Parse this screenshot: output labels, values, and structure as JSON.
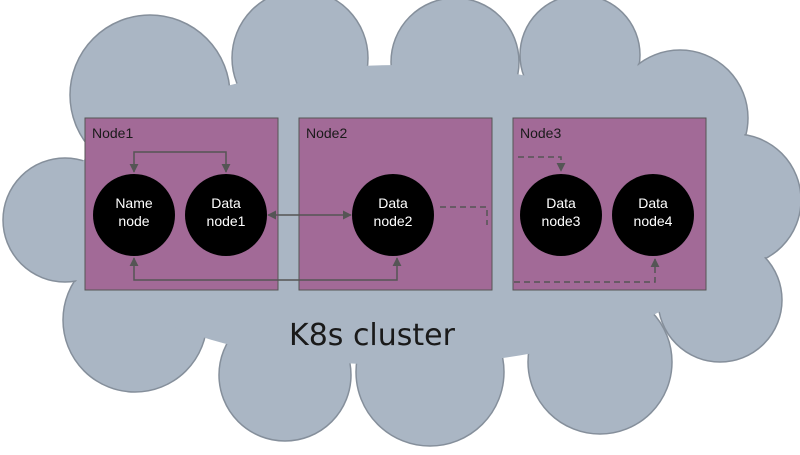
{
  "diagram": {
    "cluster_label": "K8s cluster",
    "nodes": [
      {
        "label": "Node1"
      },
      {
        "label": "Node2"
      },
      {
        "label": "Node3"
      }
    ],
    "services": [
      {
        "line1": "Name",
        "line2": "node"
      },
      {
        "line1": "Data",
        "line2": "node1"
      },
      {
        "line1": "Data",
        "line2": "node2"
      },
      {
        "line1": "Data",
        "line2": "node3"
      },
      {
        "line1": "Data",
        "line2": "node4"
      }
    ]
  },
  "colors": {
    "cloud_fill": "#aab6c4",
    "cloud_stroke": "#858f9b",
    "node_fill": "#a26a97",
    "node_stroke": "#555555",
    "circle_fill": "#000000",
    "connector": "#555555"
  }
}
